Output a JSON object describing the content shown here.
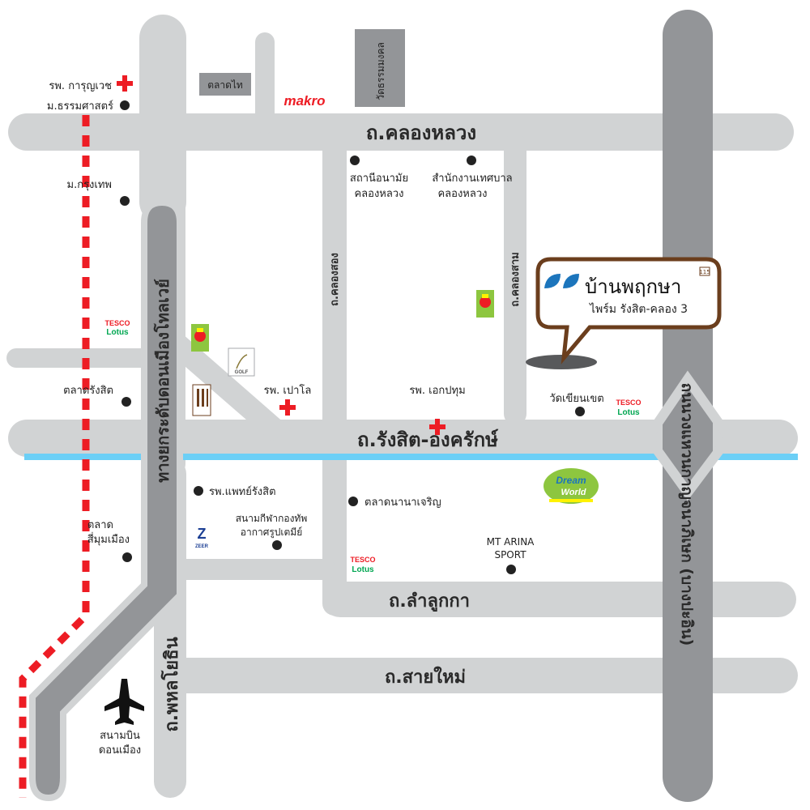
{
  "roads": {
    "khlong_luang": "ถ.คลองหลวง",
    "rangsit_ongkharak": "ถ.รังสิต-องครักษ์",
    "lam_luk_ka": "ถ.ลำลูกกา",
    "sai_mai": "ถ.สายใหม่",
    "phahonyothin": "ถ.พหลโยธิน",
    "don_mueang_tollway": "ทางยกระดับดอนเมืองโทลเวย์",
    "khlong_song": "ถ.คลองสอง",
    "khlong_sam": "ถ.คลองสาม",
    "outer_ring": "ถนนวงแหวนกาญจนาภิเษก (บางปะอิน)"
  },
  "places": {
    "hosp_karunvej": "รพ. การุญเวช",
    "thammasat": "ม.ธรรมศาสตร์",
    "talad_thai": "ตลาดไท",
    "makro": "makro",
    "wat_thammamongkol": "วัดธรรมมงคล",
    "bangkok_univ": "ม.กรุงเทพ",
    "health_station": "สถานีอนามัย",
    "health_station_2": "คลองหลวง",
    "municipal_office": "สำนักงานเทศบาล",
    "municipal_office_2": "คลองหลวง",
    "tesco_left": "TESCO",
    "tesco_left_sub": "Lotus",
    "talad_rangsit": "ตลาดรังสิต",
    "golf": "GOLF",
    "hosp_paolo": "รพ. เปาโล",
    "hosp_ekpatum": "รพ. เอกปทุม",
    "wat_khian": "วัดเขียนเขต",
    "tesco_right": "TESCO",
    "tesco_right_sub": "Lotus",
    "hosp_phaet_rangsit": "รพ.แพทย์รังสิต",
    "airforce_stadium_1": "สนามกีฬากองทัพ",
    "airforce_stadium_2": "อากาศรูปเตมีย์",
    "talad_nana": "ตลาดนานาเจริญ",
    "talad_simuang_1": "ตลาด",
    "talad_simuang_2": "สี่มุมเมือง",
    "zeer": "ZEER",
    "tesco_bottom": "TESCO",
    "tesco_bottom_sub": "Lotus",
    "mt_arina_1": "MT ARINA",
    "mt_arina_2": "SPORT",
    "dreamworld_1": "Dream",
    "dreamworld_2": "World",
    "airport_1": "สนามบิน",
    "airport_2": "ดอนเมือง"
  },
  "project": {
    "name": "บ้านพฤกษา",
    "subtitle": "ไพร์ม  รังสิต-คลอง 3",
    "tag": "115"
  },
  "colors": {
    "road": "#d1d3d4",
    "highway": "#939598",
    "canal": "#6ccff6",
    "rail": "#ed1c24",
    "pin_border": "#6b3e1d",
    "leaf_blue": "#1c75bc",
    "hospital_red": "#ed1c24",
    "tesco_red": "#ed1c24",
    "tesco_green": "#00a651"
  }
}
